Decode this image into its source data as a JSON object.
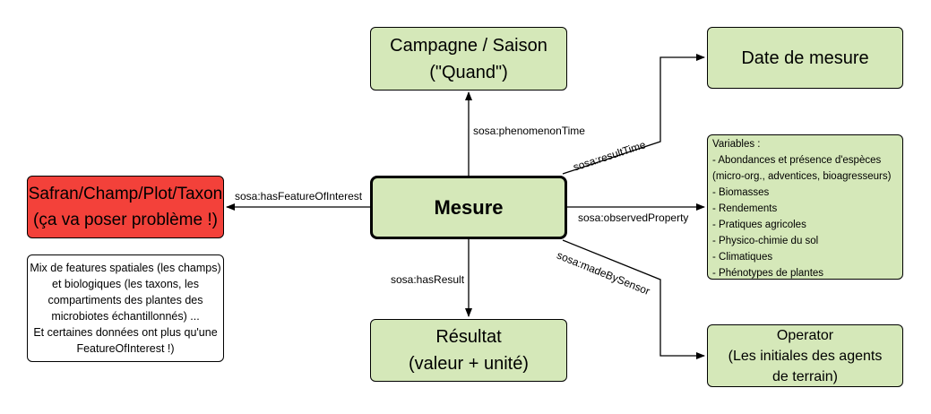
{
  "nodes": {
    "campagne": [
      "Campagne / Saison",
      "(\"Quand\")"
    ],
    "date": "Date de mesure",
    "safran": [
      "Safran/Champ/Plot/Taxon",
      "(ça va poser problème !)"
    ],
    "mesure": "Mesure",
    "resultat": [
      "Résultat",
      "(valeur + unité)"
    ],
    "operator": [
      "Operator",
      "(Les initiales des agents",
      "de terrain)"
    ],
    "variables": {
      "title": "Variables :",
      "items": [
        "- Abondances et présence d'espèces",
        "(micro-org., adventices, bioagresseurs)",
        "- Biomasses",
        "- Rendements",
        "- Pratiques agricoles",
        "- Physico-chimie du sol",
        "- Climatiques",
        "- Phénotypes de plantes"
      ]
    },
    "note": [
      "Mix de features spatiales (les champs)",
      "et biologiques (les taxons, les",
      "compartiments des plantes des",
      "microbiotes échantillonnés) ...",
      "Et certaines données ont plus qu'une",
      "FeatureOfInterest !)"
    ]
  },
  "edges": {
    "phenomenonTime": "sosa:phenomenonTime",
    "resultTime": "sosa:resultTime",
    "hasFeatureOfInterest": "sosa:hasFeatureOfInterest",
    "observedProperty": "sosa:observedProperty",
    "hasResult": "sosa:hasResult",
    "madeBySensor": "sosa:madeBySensor"
  },
  "colors": {
    "node_fill": "#d5e8b9",
    "warning_fill": "#f3413a",
    "stroke": "#000000"
  }
}
